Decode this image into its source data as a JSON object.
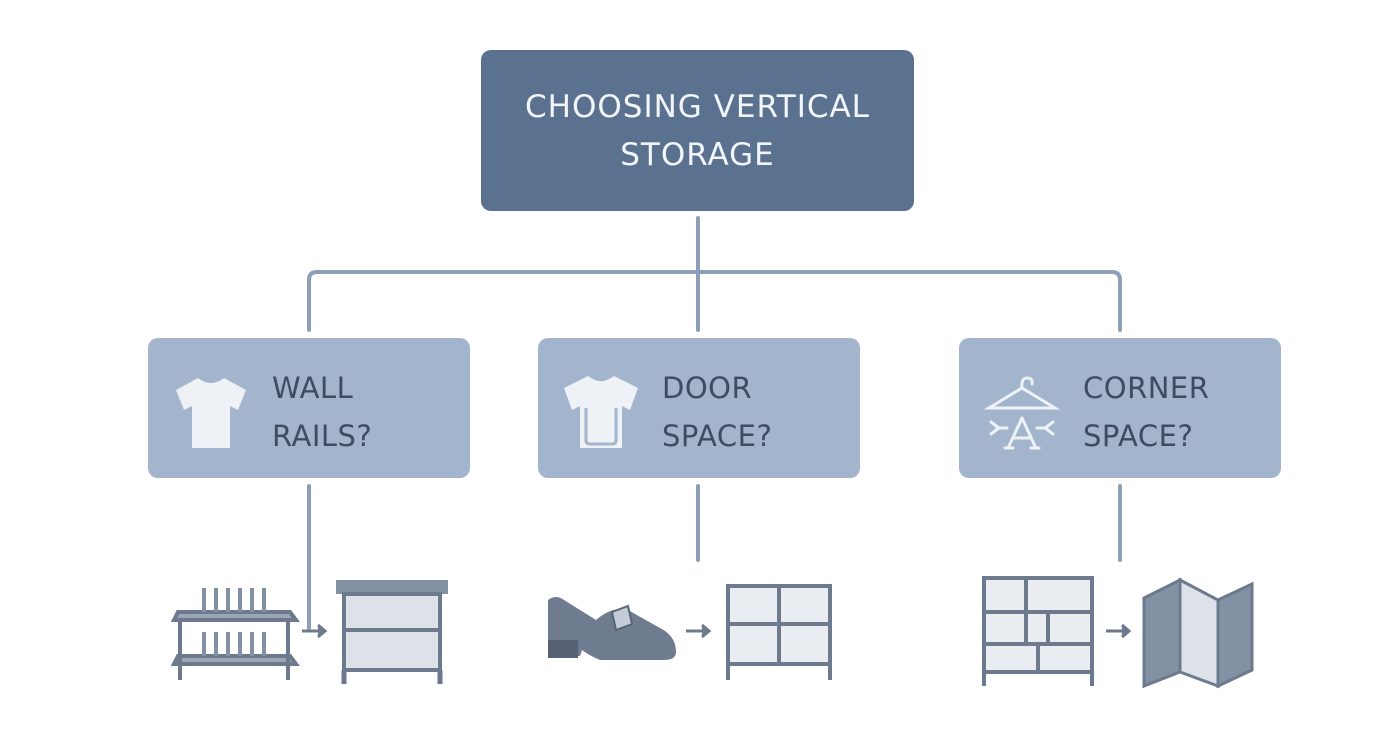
{
  "title": {
    "line1": "CHOOSING VERTICAL",
    "line2": "STORAGE"
  },
  "options": [
    {
      "line1": "WALL",
      "line2": "RAILS?",
      "icon": "t-shirt-icon",
      "result_icons": [
        "tiered-rack-icon",
        "arrow-right-icon",
        "drawer-cabinet-icon"
      ]
    },
    {
      "line1": "DOOR",
      "line2": "SPACE?",
      "icon": "t-shirt-outline-icon",
      "result_icons": [
        "shoe-icon",
        "arrow-right-icon",
        "cubby-shelf-icon"
      ]
    },
    {
      "line1": "CORNER",
      "line2": "SPACE?",
      "icon": "hanger-icon",
      "result_icons": [
        "grid-shelf-icon",
        "arrow-right-icon",
        "folding-screen-icon"
      ]
    }
  ],
  "colors": {
    "root_fill": "#5a7190",
    "child_fill": "#a2b5cd",
    "connector": "#8d9fb6",
    "icon_dark": "#6d7a8e",
    "icon_light": "#e9ecf0"
  }
}
